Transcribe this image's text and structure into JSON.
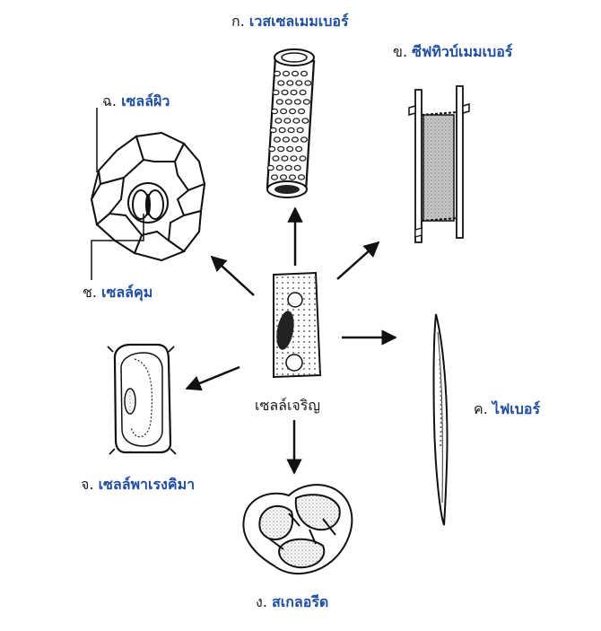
{
  "center": {
    "label": "เซลล์เจริญ"
  },
  "labels": {
    "vessel": {
      "prefix": "ก.",
      "name": "เวสเซลเมมเบอร์"
    },
    "sieve": {
      "prefix": "ข.",
      "name": "ซีฟทิวบ์เมมเบอร์"
    },
    "fiber": {
      "prefix": "ค.",
      "name": "ไฟเบอร์"
    },
    "sclereid": {
      "prefix": "ง.",
      "name": "สเกลอรีด"
    },
    "parenchyma": {
      "prefix": "จ.",
      "name": "เซลล์พาเรงคิมา"
    },
    "epidermis": {
      "prefix": "ฉ.",
      "name": "เซลล์ผิว"
    },
    "guard": {
      "prefix": "ช.",
      "name": "เซลล์คุม"
    }
  },
  "colors": {
    "label_blue": "#1f4e9e",
    "ink": "#1a1a1a",
    "sieve_fill": "#c8c8c8"
  }
}
